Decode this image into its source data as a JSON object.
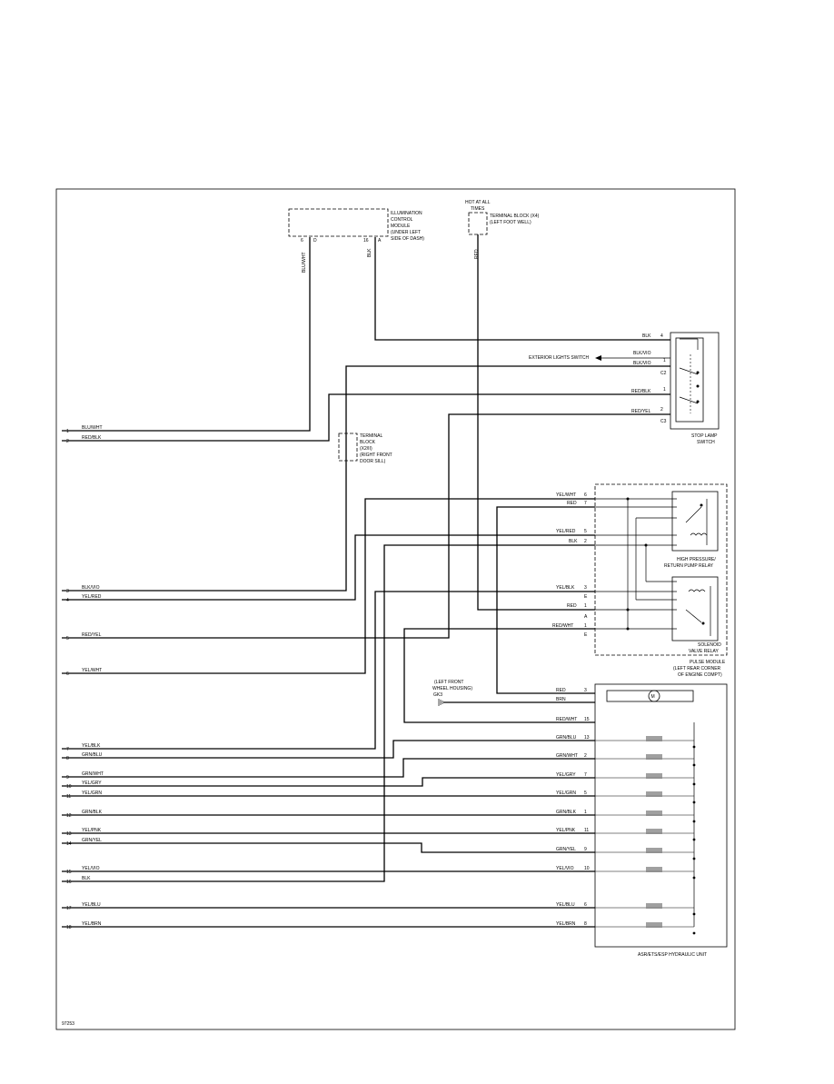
{
  "left_pins": [
    {
      "n": "1",
      "label": "BLU/WHT"
    },
    {
      "n": "2",
      "label": "RED/BLK"
    },
    {
      "n": "3",
      "label": "BLK/VIO"
    },
    {
      "n": "4",
      "label": "YEL/RED"
    },
    {
      "n": "5",
      "label": "RED/YEL"
    },
    {
      "n": "6",
      "label": "YEL/WHT"
    },
    {
      "n": "7",
      "label": "YEL/BLK"
    },
    {
      "n": "8",
      "label": "GRN/BLU"
    },
    {
      "n": "9",
      "label": "GRN/WHT"
    },
    {
      "n": "10",
      "label": "YEL/GRY"
    },
    {
      "n": "11",
      "label": "YEL/GRN"
    },
    {
      "n": "12",
      "label": "GRN/BLK"
    },
    {
      "n": "13",
      "label": "YEL/PNK"
    },
    {
      "n": "14",
      "label": "GRN/YEL"
    },
    {
      "n": "15",
      "label": "YEL/VIO"
    },
    {
      "n": "16",
      "label": "BLK"
    },
    {
      "n": "17",
      "label": "YEL/BLU"
    },
    {
      "n": "18",
      "label": "YEL/BRN"
    }
  ],
  "components": {
    "illumination_module": {
      "lines": [
        "ILLUMINATION",
        "CONTROL",
        "MODULE",
        "(UNDER LEFT",
        "SIDE OF DASH)"
      ],
      "pin_a": "6",
      "pin_a_conn": "D",
      "pin_b": "16",
      "pin_b_conn": "A",
      "wire_a": "BLU/WHT",
      "wire_b": "BLK"
    },
    "hot_label": [
      "HOT AT ALL",
      "TIMES"
    ],
    "terminal_block_x4": {
      "lines": [
        "TERMINAL BLOCK (X4)",
        "(LEFT FOOT WELL)"
      ],
      "wire": "RED"
    },
    "terminal_block_x2": {
      "lines": [
        "TERMINAL",
        "BLOCK",
        "(X2/II)",
        "(RIGHT FRONT",
        "DOOR SILL)"
      ]
    },
    "stop_lamp_switch": {
      "lines": [
        "STOP LAMP",
        "SWITCH"
      ],
      "pins": [
        {
          "wire": "BLK",
          "pin": "4"
        },
        {
          "wire": "BLK/VIO",
          "pin": ""
        },
        {
          "wire": "BLK/VIO",
          "pin": "1"
        },
        {
          "wire": "RED/BLK",
          "pin": "1"
        },
        {
          "wire": "RED/YEL",
          "pin": "2"
        }
      ],
      "conn_c2": "C2",
      "conn_c3": "C3",
      "exterior_label": "EXTERIOR LIGHTS SWITCH"
    },
    "pulse_module": {
      "lines": [
        "PULSE MODULE",
        "(LEFT REAR CORNER",
        "OF ENGINE COMPT)"
      ],
      "hp_relay": [
        "HIGH PRESSURE/",
        "RETURN PUMP RELAY"
      ],
      "sv_relay": [
        "SOLENOID",
        "VALVE RELAY"
      ],
      "pins": [
        {
          "wire": "YEL/WHT",
          "pin": "6"
        },
        {
          "wire": "RED",
          "pin": "7"
        },
        {
          "wire": "YEL/RED",
          "pin": "5"
        },
        {
          "wire": "BLK",
          "pin": "2"
        },
        {
          "wire": "YEL/BLK",
          "pin": "3"
        },
        {
          "wire": "RED",
          "pin": "1"
        },
        {
          "wire": "RED/WHT",
          "pin": "1"
        }
      ],
      "conn_e1": "E",
      "conn_a": "A",
      "conn_e2": "E"
    },
    "ground": {
      "lines": [
        "(LEFT FRONT",
        "WHEEL HOUSING)",
        "GK3"
      ]
    },
    "hydraulic_unit": {
      "lines": [
        "ASR/ETS/ESP HYDRAULIC UNIT"
      ],
      "motor": "M",
      "pins": [
        {
          "wire": "RED",
          "pin": "3"
        },
        {
          "wire": "BRN",
          "pin": ""
        },
        {
          "wire": "RED/WHT",
          "pin": "15"
        },
        {
          "wire": "GRN/BLU",
          "pin": "13"
        },
        {
          "wire": "GRN/WHT",
          "pin": "2"
        },
        {
          "wire": "YEL/GRY",
          "pin": "7"
        },
        {
          "wire": "YEL/GRN",
          "pin": "5"
        },
        {
          "wire": "GRN/BLK",
          "pin": "1"
        },
        {
          "wire": "YEL/PNK",
          "pin": "11"
        },
        {
          "wire": "GRN/YEL",
          "pin": "9"
        },
        {
          "wire": "YEL/VIO",
          "pin": "10"
        },
        {
          "wire": "YEL/BLU",
          "pin": "6"
        },
        {
          "wire": "YEL/BRN",
          "pin": "8"
        }
      ]
    }
  },
  "figure_id": "97253"
}
